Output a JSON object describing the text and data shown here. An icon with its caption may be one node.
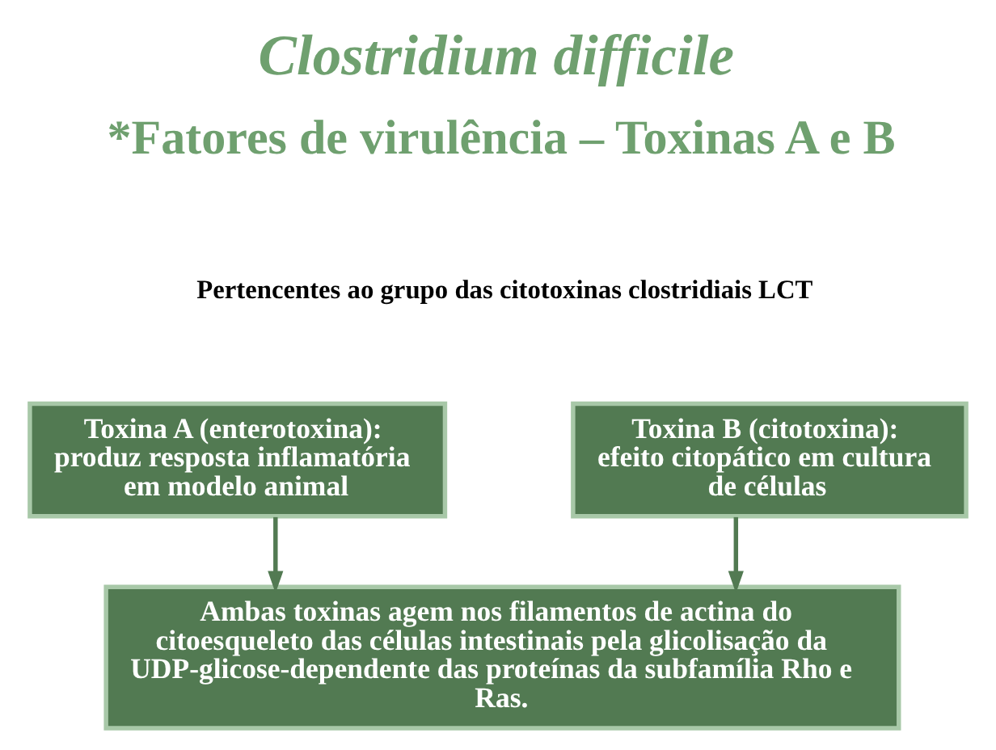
{
  "diagram": {
    "title": "Clostridium difficile",
    "nodes": [
      {
        "text": [
          "Toxina A (enterotoxina): produz resposta inflamatória em modelo animal"
        ]
      },
      {
        "text": [
          "Toxina B (citotoxina): efeito citopático em cultura de células"
        ]
      },
      {
        "text": [
          "Ambas toxinas agem nos filamentos de actina do citoesqueleto das células intestinais pela glicolisação da UDP-glicose-dependente das proteínas da subfamília Rho e Ras."
        ]
      }
    ],
    "edges": [
      {
        "from": 0,
        "to": 2,
        "arrow": "to"
      },
      {
        "from": 1,
        "to": 2,
        "arrow": "to"
      }
    ],
    "labels": [
      "*Fatores de virulência – Toxinas A e B",
      "Pertencentes ao grupo das citotoxinas clostridiais LCT"
    ]
  }
}
